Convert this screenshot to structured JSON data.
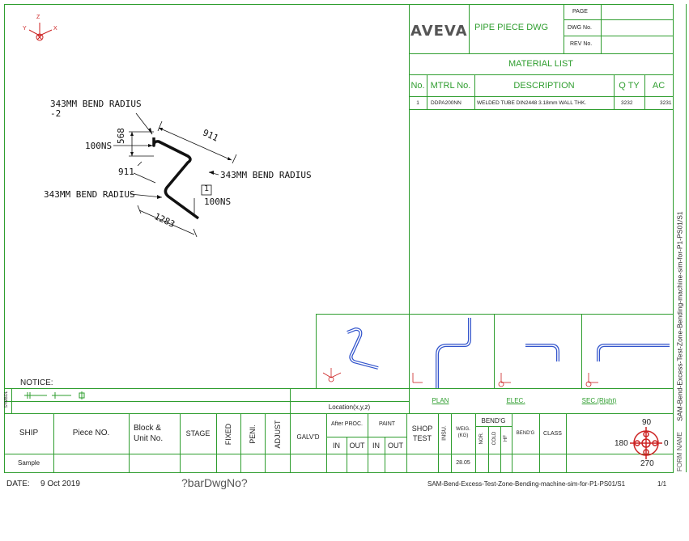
{
  "header": {
    "brand": "AVEVA",
    "doc_title": "PIPE PIECE DWG",
    "page_label": "PAGE",
    "dwg_no_label": "DWG No.",
    "rev_no_label": "REV No."
  },
  "material_list": {
    "title": "MATERIAL LIST",
    "columns": [
      "No.",
      "MTRL No.",
      "DESCRIPTION",
      "Q TY",
      "AC"
    ],
    "rows": [
      {
        "no": "1",
        "mtrl_no": "DDPA200NN",
        "description": "WELDED TUBE DIN2448 3.18mm WALL THK.",
        "qty": "3232",
        "ac": "3231"
      }
    ]
  },
  "drawing": {
    "bend_label_1": "343MM BEND RADIUS",
    "bend_label_1_suffix": "-2",
    "bend_label_2": "343MM BEND RADIUS",
    "bend_label_3": "343MM BEND RADIUS",
    "dim_568": "568",
    "dim_911_a": "911",
    "dim_911_b": "911",
    "dim_1283": "1283",
    "ns_top": "100NS",
    "ns_bottom": "100NS",
    "marker": "1",
    "axis_y": "Y",
    "axis_x": "X",
    "axis_z": "Z"
  },
  "views": {
    "plan": "PLAN",
    "elec": "ELEC.",
    "sec": "SEC.(Right)",
    "location": "Location(x,y,z)"
  },
  "notice": {
    "label": "NOTICE:",
    "symbol_label": "SYMBOL"
  },
  "title_block": {
    "ship": "SHIP",
    "piece_no": "Piece NO.",
    "block_unit_1": "Block &",
    "block_unit_2": "Unit No.",
    "stage": "STAGE",
    "fixed": "FIXED",
    "peni": "PENI.",
    "adjust": "ADJUST",
    "galvd": "GALV'D",
    "after_proc": "After PROC.",
    "paint": "PAINT",
    "in1": "IN",
    "out1": "OUT",
    "in2": "IN",
    "out2": "OUT",
    "shop_test_1": "SHOP",
    "shop_test_2": "TEST",
    "insu": "INSU.",
    "weig_1": "WEIG.",
    "weig_2": "(KG)",
    "bendg": "BEND'G",
    "nor": "NOR.",
    "cold": "COLD",
    "hf": "HF",
    "bendg2": "BEND'G",
    "class": "CLASS",
    "ship_value": "Sample",
    "weight_value": "28.05",
    "compass_90": "90",
    "compass_180": "180",
    "compass_0": "0",
    "compass_270": "270"
  },
  "footer": {
    "date_label": "DATE:",
    "date_value": "9  Oct 2019",
    "barcode": "?barDwgNo?",
    "file_name": "SAM-Bend-Excess-Test-Zone-Bending-machine-sim-for-P1-PS01/S1",
    "page": "1/1"
  },
  "side": {
    "form_name_label": "FORM NAME",
    "form_name_value": "SAM-Bend-Excess-Test-Zone-Bending-machine-sim-for-P1-PS01/S1"
  },
  "colors": {
    "frame": "#2e9d2e",
    "pipe": "#111111",
    "view_pipe": "#3355cc",
    "compass": "#cc2222"
  }
}
